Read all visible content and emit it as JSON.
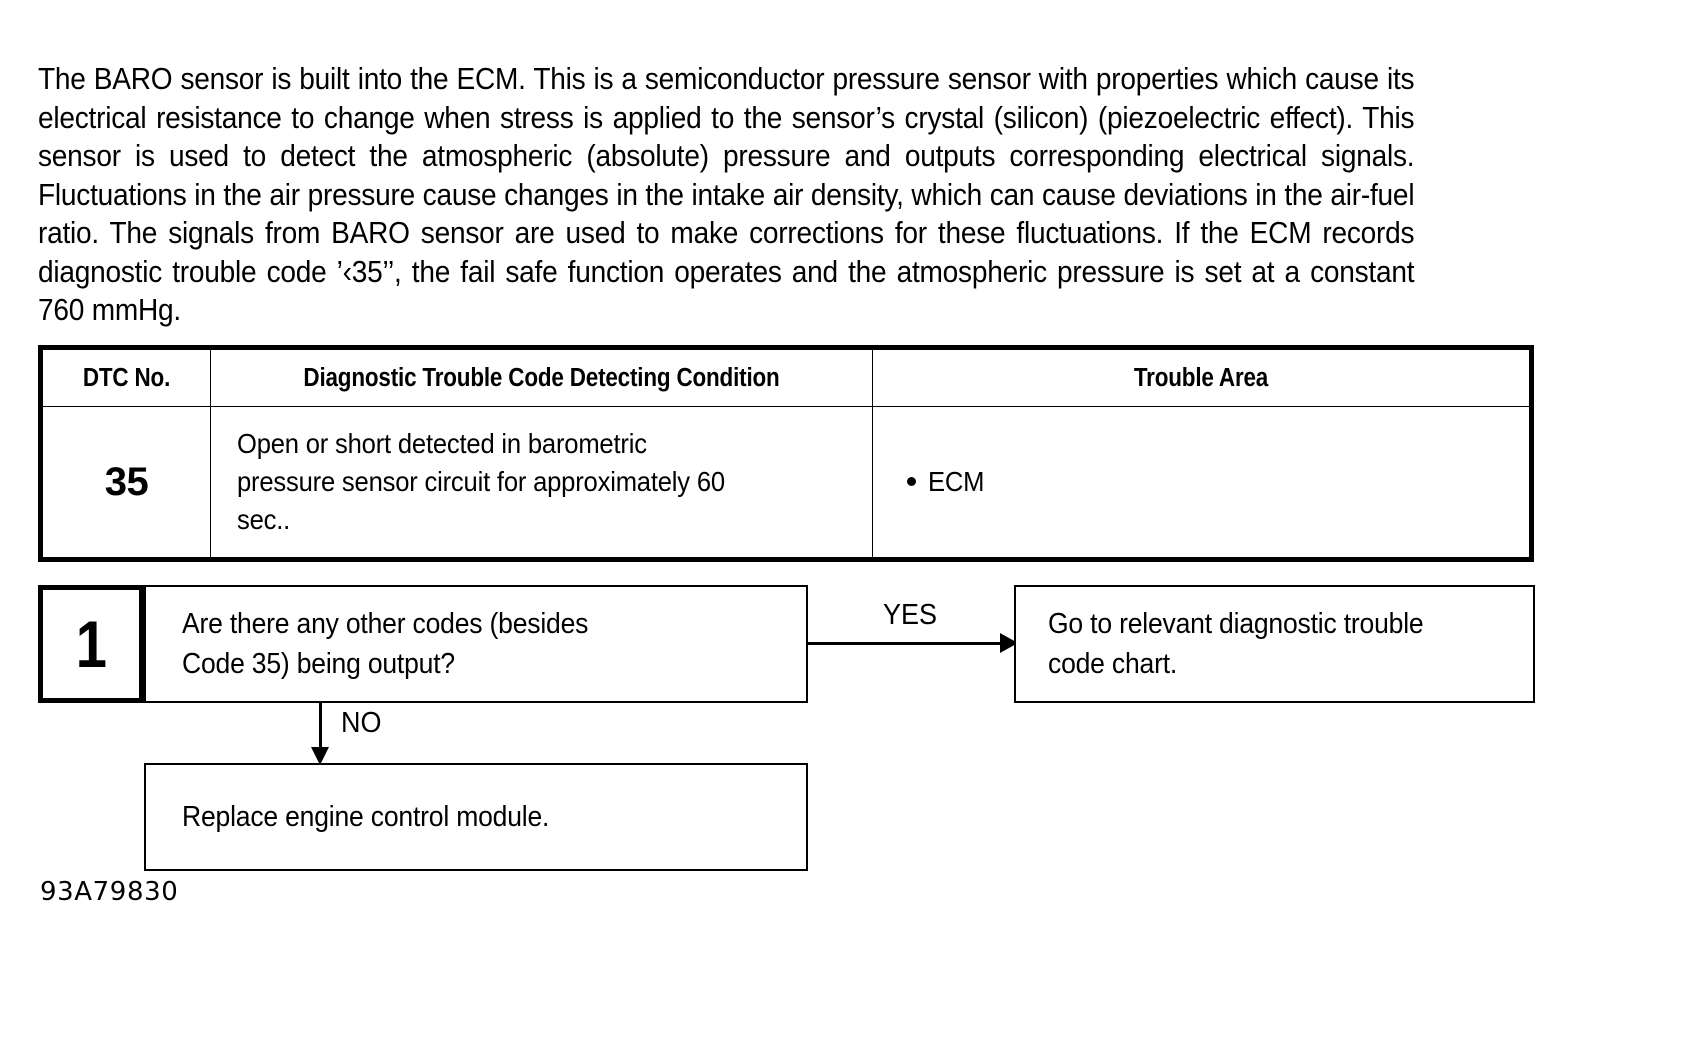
{
  "document": {
    "figure_id": "93A79830",
    "intro_paragraph": "The BARO sensor is built into the ECM. This is a semiconductor pressure sensor with properties which cause its electrical resistance to change when stress is applied to the sensor’s crystal (silicon) (piezoelectric effect). This sensor is used to detect the atmospheric (absolute) pressure and outputs corresponding electrical signals. Fluctuations in the air pressure cause changes in the intake air density, which can cause deviations in the air-fuel ratio. The signals from BARO sensor are used to make corrections for these fluctuations. If the ECM records diagnostic trouble code ’‹35’’, the fail safe function operates and the atmospheric pressure is set at a constant 760 mmHg."
  },
  "dtc_table": {
    "headers": {
      "dtc_no": "DTC No.",
      "condition": "Diagnostic Trouble Code Detecting Condition",
      "trouble_area": "Trouble Area"
    },
    "rows": [
      {
        "dtc_no": "35",
        "condition_line1": "Open or short detected in barometric",
        "condition_line2": "pressure sensor circuit for approximately 60",
        "condition_line3": "sec..",
        "trouble_area": "ECM"
      }
    ]
  },
  "flowchart": {
    "step_number": "1",
    "question_line1": "Are there any other codes (besides",
    "question_line2": "Code 35) being output?",
    "yes_label": "YES",
    "no_label": "NO",
    "result_line1": "Go to relevant diagnostic trouble",
    "result_line2": "code chart.",
    "action_text": "Replace engine control module."
  },
  "colors": {
    "ink": "#000000",
    "paper": "#ffffff"
  }
}
